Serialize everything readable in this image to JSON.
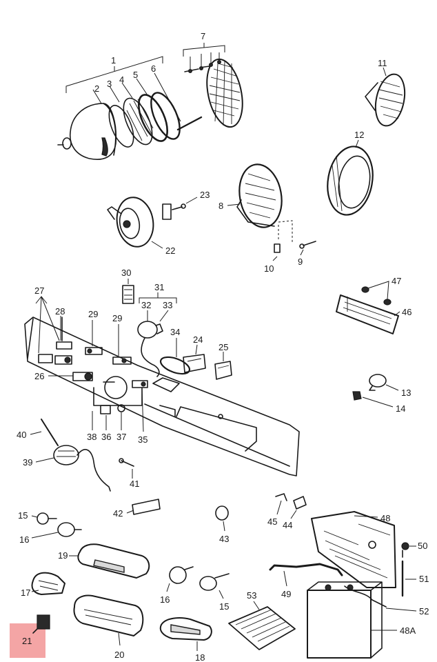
{
  "diagram": {
    "highlight_color": "#f4a5a5",
    "ink_color": "#1a1a1a",
    "labels": {
      "l1": "1",
      "l2": "2",
      "l3": "3",
      "l4": "4",
      "l5": "5",
      "l6": "6",
      "l7": "7",
      "l8": "8",
      "l9": "9",
      "l10": "10",
      "l11": "11",
      "l12": "12",
      "l13": "13",
      "l14": "14",
      "l15a": "15",
      "l15b": "15",
      "l16a": "16",
      "l16b": "16",
      "l17": "17",
      "l18": "18",
      "l19": "19",
      "l20": "20",
      "l21": "21",
      "l22": "22",
      "l23": "23",
      "l24": "24",
      "l25": "25",
      "l26": "26",
      "l27": "27",
      "l28": "28",
      "l29a": "29",
      "l29b": "29",
      "l30": "30",
      "l31": "31",
      "l32": "32",
      "l33": "33",
      "l34": "34",
      "l35": "35",
      "l36": "36",
      "l37": "37",
      "l38": "38",
      "l39": "39",
      "l40": "40",
      "l41": "41",
      "l42": "42",
      "l43": "43",
      "l44": "44",
      "l45": "45",
      "l46": "46",
      "l47": "47",
      "l48": "48",
      "l48a": "48A",
      "l49": "49",
      "l50": "50",
      "l51": "51",
      "l52": "52",
      "l53": "53"
    }
  }
}
